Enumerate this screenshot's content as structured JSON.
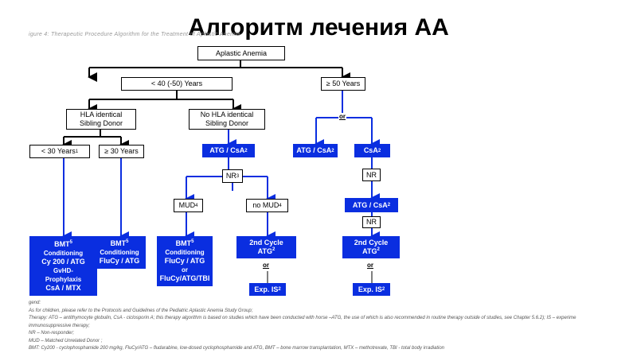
{
  "title": "Алгоритм лечения АА",
  "caption": "igure 4: Therapeutic Procedure Algorithm for the Treatment of Aplastic Anemia",
  "nodes": {
    "root": "Aplastic Anemia",
    "under40": "< 40 (-50) Years",
    "over50": "≥ 50 Years",
    "hla": "HLA identical",
    "hla2": "Sibling Donor",
    "nohla": "No HLA identical",
    "nohla2": "Sibling Donor",
    "u30": "< 30 Years",
    "u30sup": "1",
    "o30": "≥ 30 Years",
    "atgcsa_mid": "ATG / CsA",
    "sup2": "2",
    "nr3": "NR",
    "sup3": "3",
    "mud": "MUD",
    "sup4": "4",
    "nomud": "no MUD",
    "or": "or",
    "atgcsa_r1": "ATG / CsA",
    "csa_r": "CsA",
    "nr": "NR",
    "atgcsa_r2": "ATG / CsA",
    "bmt": "BMT",
    "sup5": "5",
    "cond": "Conditioning",
    "bmt1_a": "Cy 200 / ATG",
    "bmt1_b": "GvHD-",
    "bmt1_c": "Prophylaxis",
    "bmt1_d": "CsA / MTX",
    "bmt2_a": "FluCy / ATG",
    "bmt3_a": "FluCy / ATG",
    "bmt3_b": "or",
    "bmt3_c": "FluCy/ATG/TBI",
    "second": "2nd Cycle",
    "atg": "ATG",
    "exp": "Exp. IS"
  },
  "legend": [
    "gend:",
    "As for children, please refer to the Protocols and Guidelines of the Pediatric Aplastic Anemia Study Group;",
    "Therapy: ATG – antithymocyte globulin, CsA - ciclosporin A; this therapy algorithm is based on studies which have been conducted with horse –ATG, the use of which is also recommended in routine therapy outside of studies, see Chapter 5.6.2); IS – experime",
    "immunosuppressive therapy;",
    "NR – Non-responder;",
    "MUD – Matched Unrelated Donor ;",
    "BMT: Cy200 - cyclophosphamide 200 mg/kg, FluCy/ATG – fludarabine, low-dosed cyclophosphamide and ATG, BMT – bone marrow transplantation, MTX – methotrexate, TBI - total body irradiation"
  ],
  "colors": {
    "blue_box": "#0a2ee0",
    "arrow_blue": "#0a2ee0"
  }
}
